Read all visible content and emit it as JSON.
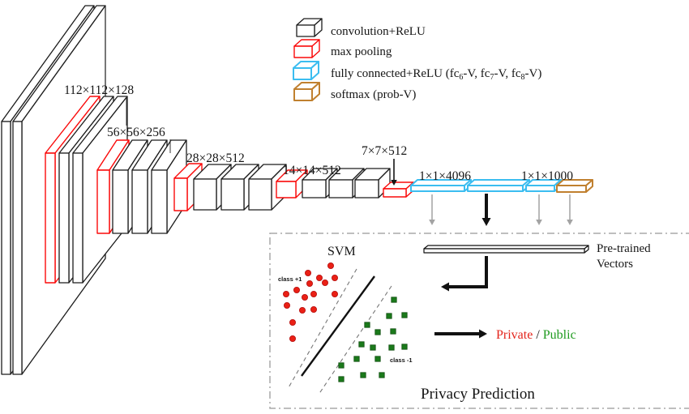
{
  "legend": {
    "conv": "convolution+ReLU",
    "pool": "max pooling",
    "fc": {
      "p1": "fully connected+ReLU (fc",
      "s1": "6",
      "p2": "-V, fc",
      "s2": "7",
      "p3": "-V, fc",
      "s3": "8",
      "p4": "-V)"
    },
    "softmax": "softmax (prob-V)"
  },
  "layers": {
    "conv2": "112×112×128",
    "conv3": "56×56×256",
    "conv4": "28×28×512",
    "conv5": "14×14×512",
    "pool5": "7×7×512",
    "fc67": "1×1×4096",
    "fc8": "1×1×1000"
  },
  "panel": {
    "svm_title": "SVM",
    "class_pos": "class +1",
    "class_neg": "class -1",
    "pretrained_1": "Pre-trained",
    "pretrained_2": "Vectors",
    "private": "Private",
    "separator": " / ",
    "public": "Public",
    "title": "Privacy Prediction"
  },
  "colors": {
    "conv": "#1c1c1c",
    "pool": "#fa0a0a",
    "fc": "#3bbdf0",
    "softmax": "#c0802f",
    "vector_box": "#111111",
    "arrow_gray": "#a3a3a3",
    "private_red": "#e3231a",
    "public_green": "#1f9b1f",
    "panel_border": "#a8a8a8",
    "point_red_fill": "#ea2015",
    "point_red_stroke": "#b40f0f",
    "point_green_fill": "#1b7a1b",
    "point_green_stroke": "#0f4d0f"
  },
  "svm": {
    "positive": [
      [
        408,
        328
      ],
      [
        380,
        337
      ],
      [
        394,
        343
      ],
      [
        413,
        343
      ],
      [
        382,
        350
      ],
      [
        401,
        349
      ],
      [
        366,
        358
      ],
      [
        353,
        363
      ],
      [
        376,
        367
      ],
      [
        387,
        363
      ],
      [
        413,
        363
      ],
      [
        354,
        377
      ],
      [
        373,
        383
      ],
      [
        387,
        382
      ],
      [
        361,
        398
      ],
      [
        361,
        418
      ]
    ],
    "negative": [
      [
        486,
        370
      ],
      [
        480,
        390
      ],
      [
        499,
        389
      ],
      [
        453,
        401
      ],
      [
        485,
        409
      ],
      [
        466,
        410
      ],
      [
        446,
        425
      ],
      [
        460,
        429
      ],
      [
        483,
        429
      ],
      [
        499,
        428
      ],
      [
        440,
        443
      ],
      [
        466,
        443
      ],
      [
        421,
        451
      ],
      [
        448,
        463
      ],
      [
        471,
        463
      ],
      [
        421,
        468
      ]
    ]
  }
}
